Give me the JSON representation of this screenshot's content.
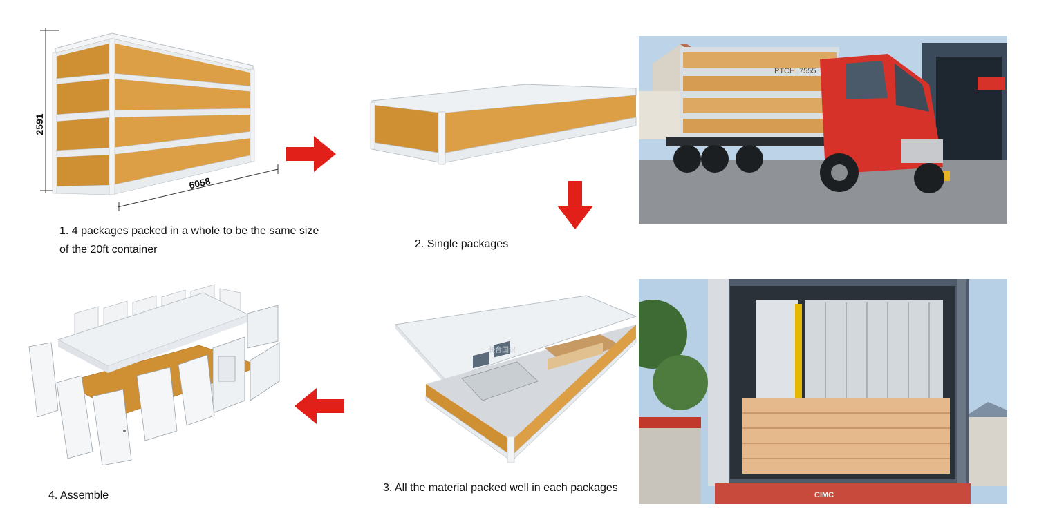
{
  "steps": {
    "step1": {
      "line1": "1. 4 packages packed in a whole to be the same size",
      "line2": "of the 20ft container"
    },
    "step2": {
      "text": "2.  Single packages"
    },
    "step3": {
      "text": "3. All the material packed well in each packages"
    },
    "step4": {
      "text": "4. Assemble"
    }
  },
  "dimensions": {
    "height": "2591",
    "length": "6058"
  },
  "photo_texts": {
    "truck_panel": "PTCH",
    "truck_panel_number": "7555",
    "container_brand": "CIMC",
    "watermark": "联合国识"
  },
  "colors": {
    "arrow": "#e02019",
    "panel_wood": "#d99a3b",
    "frame": "#e8ecef",
    "truck_red": "#d6322a"
  },
  "icons": [
    "arrow-right-icon",
    "arrow-down-icon",
    "arrow-left-icon"
  ]
}
